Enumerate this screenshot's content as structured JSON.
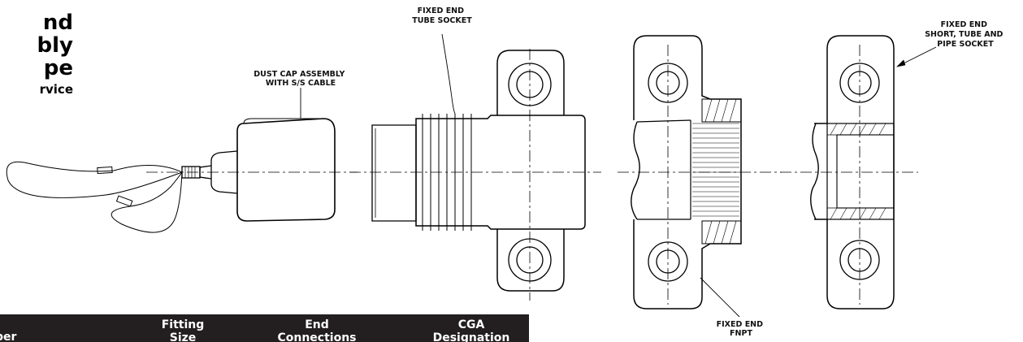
{
  "heading": {
    "lines": [
      "nd",
      "bly",
      "pe"
    ],
    "subline": "rvice"
  },
  "callouts": {
    "dust_cap": [
      "DUST CAP ASSEMBLY",
      "WITH S/S CABLE"
    ],
    "tube_socket": [
      "FIXED END",
      "TUBE SOCKET"
    ],
    "short_socket": [
      "FIXED END",
      "SHORT, TUBE AND",
      "PIPE SOCKET"
    ],
    "fnpt": [
      "FIXED END",
      "FNPT"
    ]
  },
  "table": {
    "col0": "ber",
    "col1": [
      "Fitting",
      "Size"
    ],
    "col2": [
      "End",
      "Connections"
    ],
    "col3": [
      "CGA",
      "Designation"
    ]
  }
}
